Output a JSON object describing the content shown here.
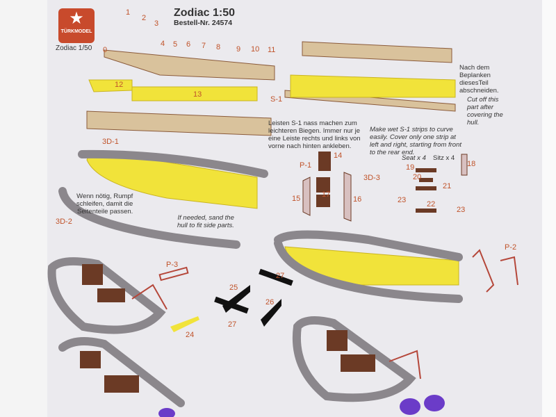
{
  "header": {
    "brand": "TÜRKMODEL",
    "logo_caption": "Zodiac 1/50",
    "title": "Zodiac 1:50",
    "order_number": "Bestell-Nr. 24574"
  },
  "part_numbers": {
    "frames": [
      "0",
      "1",
      "2",
      "3",
      "4",
      "5",
      "6",
      "7",
      "8",
      "9",
      "10",
      "11"
    ],
    "deck": [
      "12",
      "13"
    ],
    "s1": "S-1",
    "d1": "3D-1",
    "d2": "3D-2",
    "d3": "3D-3",
    "p1": "P-1",
    "p2": "P-2",
    "p3": "P-3",
    "console": [
      "14",
      "15",
      "16",
      "17"
    ],
    "seat": [
      "18",
      "19",
      "20",
      "21",
      "22",
      "23",
      "23"
    ],
    "misc": [
      "24",
      "25",
      "26",
      "27",
      "27"
    ]
  },
  "notes": {
    "cut_de": "Nach dem\nBeplanken\ndiesesTeil\nabschneiden.",
    "cut_en": "Cut off this\npart after\ncovering the\nhull.",
    "strips_de": "Leisten S-1 nass machen zum\nleichteren Biegen. Immer nur je\neine Leiste rechts und links von\nvorne nach hinten ankleben.",
    "strips_en": "Make wet S-1 strips to curve\neasily. Cover only one strip at\nleft and right, starting from front\nto the rear end.",
    "sand_de": "Wenn nötig, Rumpf\nschleifen, damit die\nSeitenteile passen.",
    "sand_en": "If needed, sand the\nhull to fit side parts.",
    "seat_en": "Seat x 4",
    "seat_de": "Sitz x 4"
  }
}
